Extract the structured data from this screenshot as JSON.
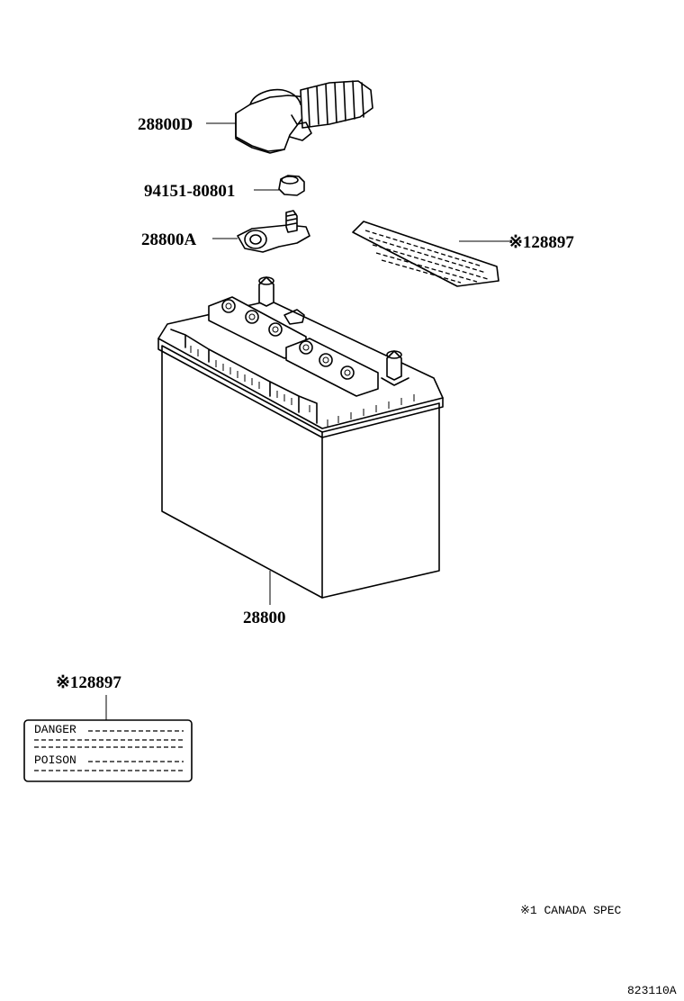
{
  "parts": {
    "terminal_cover": "28800D",
    "nut": "94151-80801",
    "terminal_clamp": "28800A",
    "label_top": "※128897",
    "battery": "28800",
    "label_detail": "※128897"
  },
  "warning_label": {
    "line1": "DANGER",
    "line2": "POISON"
  },
  "notes": {
    "spec": "※1 CANADA SPEC",
    "diagram_code": "823110A"
  }
}
